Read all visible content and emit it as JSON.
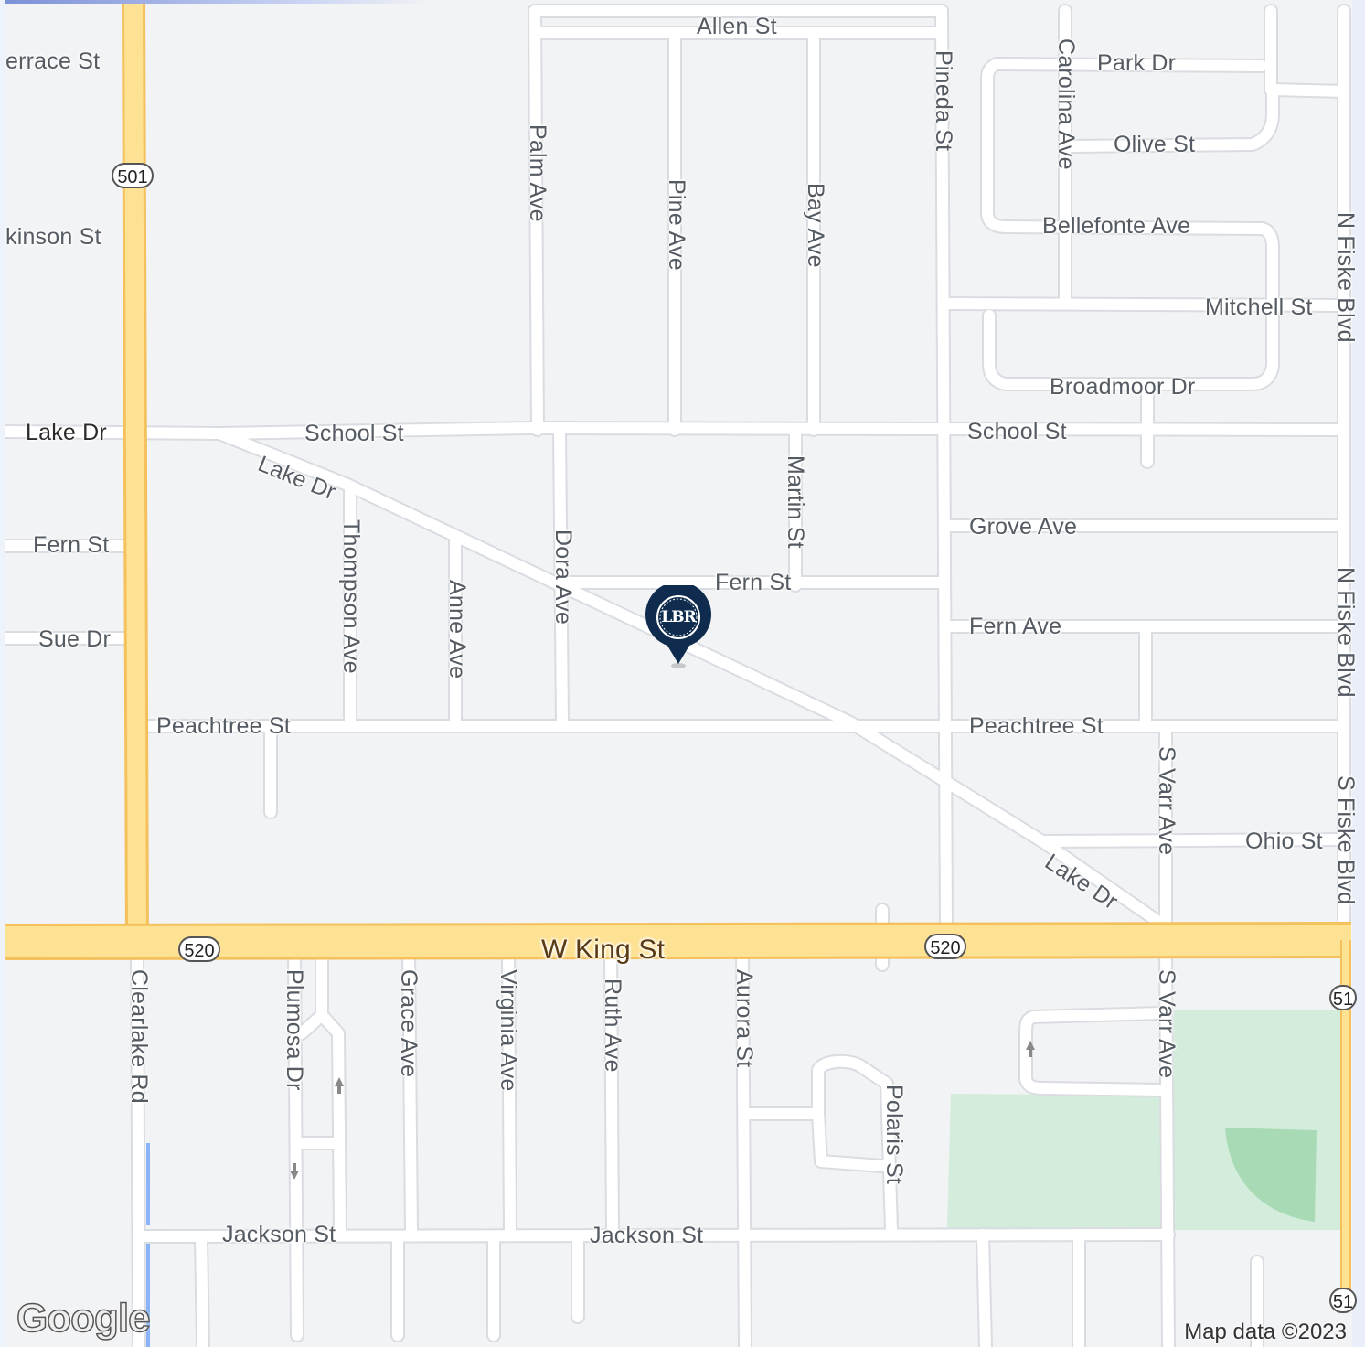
{
  "labels": {
    "allen_st": "Allen St",
    "terrace_st": "errace St",
    "park_dr": "Park Dr",
    "olive_st": "Olive St",
    "bellefonte_ave": "Bellefonte Ave",
    "mitchell_st": "Mitchell St",
    "broadmoor_dr": "Broadmoor Dr",
    "kinson_st": "kinson St",
    "lake_dr_west": "Lake Dr",
    "school_st_west": "School St",
    "school_st_east": "School St",
    "lake_dr_diag": "Lake Dr",
    "grove_ave": "Grove Ave",
    "fern_st_west": "Fern St",
    "fern_st_mid": "Fern St",
    "fern_ave": "Fern Ave",
    "sue_dr": "Sue Dr",
    "peachtree_st_west": "Peachtree St",
    "peachtree_st_east": "Peachtree St",
    "ohio_st": "Ohio St",
    "lake_dr_se": "Lake Dr",
    "w_king_st": "W King St",
    "jackson_st_west": "Jackson St",
    "jackson_st_mid": "Jackson St",
    "palm_ave": "Palm Ave",
    "pine_ave": "Pine Ave",
    "bay_ave": "Bay Ave",
    "pineda_st": "Pineda St",
    "carolina_ave": "Carolina Ave",
    "n_fiske_blvd_top": "N Fiske Blvd",
    "n_fiske_blvd_mid": "N Fiske Blvd",
    "s_fiske_blvd": "S Fiske Blvd",
    "martin_st": "Martin St",
    "thompson_ave": "Thompson Ave",
    "anne_ave": "Anne Ave",
    "dora_ave": "Dora Ave",
    "s_varr_ave_north": "S Varr Ave",
    "s_varr_ave_south": "S Varr Ave",
    "clearlake_rd": "Clearlake Rd",
    "plumosa_dr": "Plumosa Dr",
    "grace_ave": "Grace Ave",
    "virginia_ave": "Virginia Ave",
    "ruth_ave": "Ruth Ave",
    "aurora_st": "Aurora St",
    "polaris_st": "Polaris St"
  },
  "shields": {
    "sr501": "501",
    "sr520_west": "520",
    "sr520_east": "520",
    "edge_51_top": "51",
    "edge_51_bottom": "51"
  },
  "marker": {
    "text": "LBR",
    "color": "#0f2c4e"
  },
  "copyright": "Map data ©2023",
  "logo": "Google",
  "colors": {
    "land": "#f2f3f5",
    "road": "#ffffff",
    "highway": "#fde293",
    "highway_edge": "#f4c15d",
    "park": "#d3ecdc",
    "park_dark": "#a8dab5",
    "water": "#8ab4f8"
  }
}
